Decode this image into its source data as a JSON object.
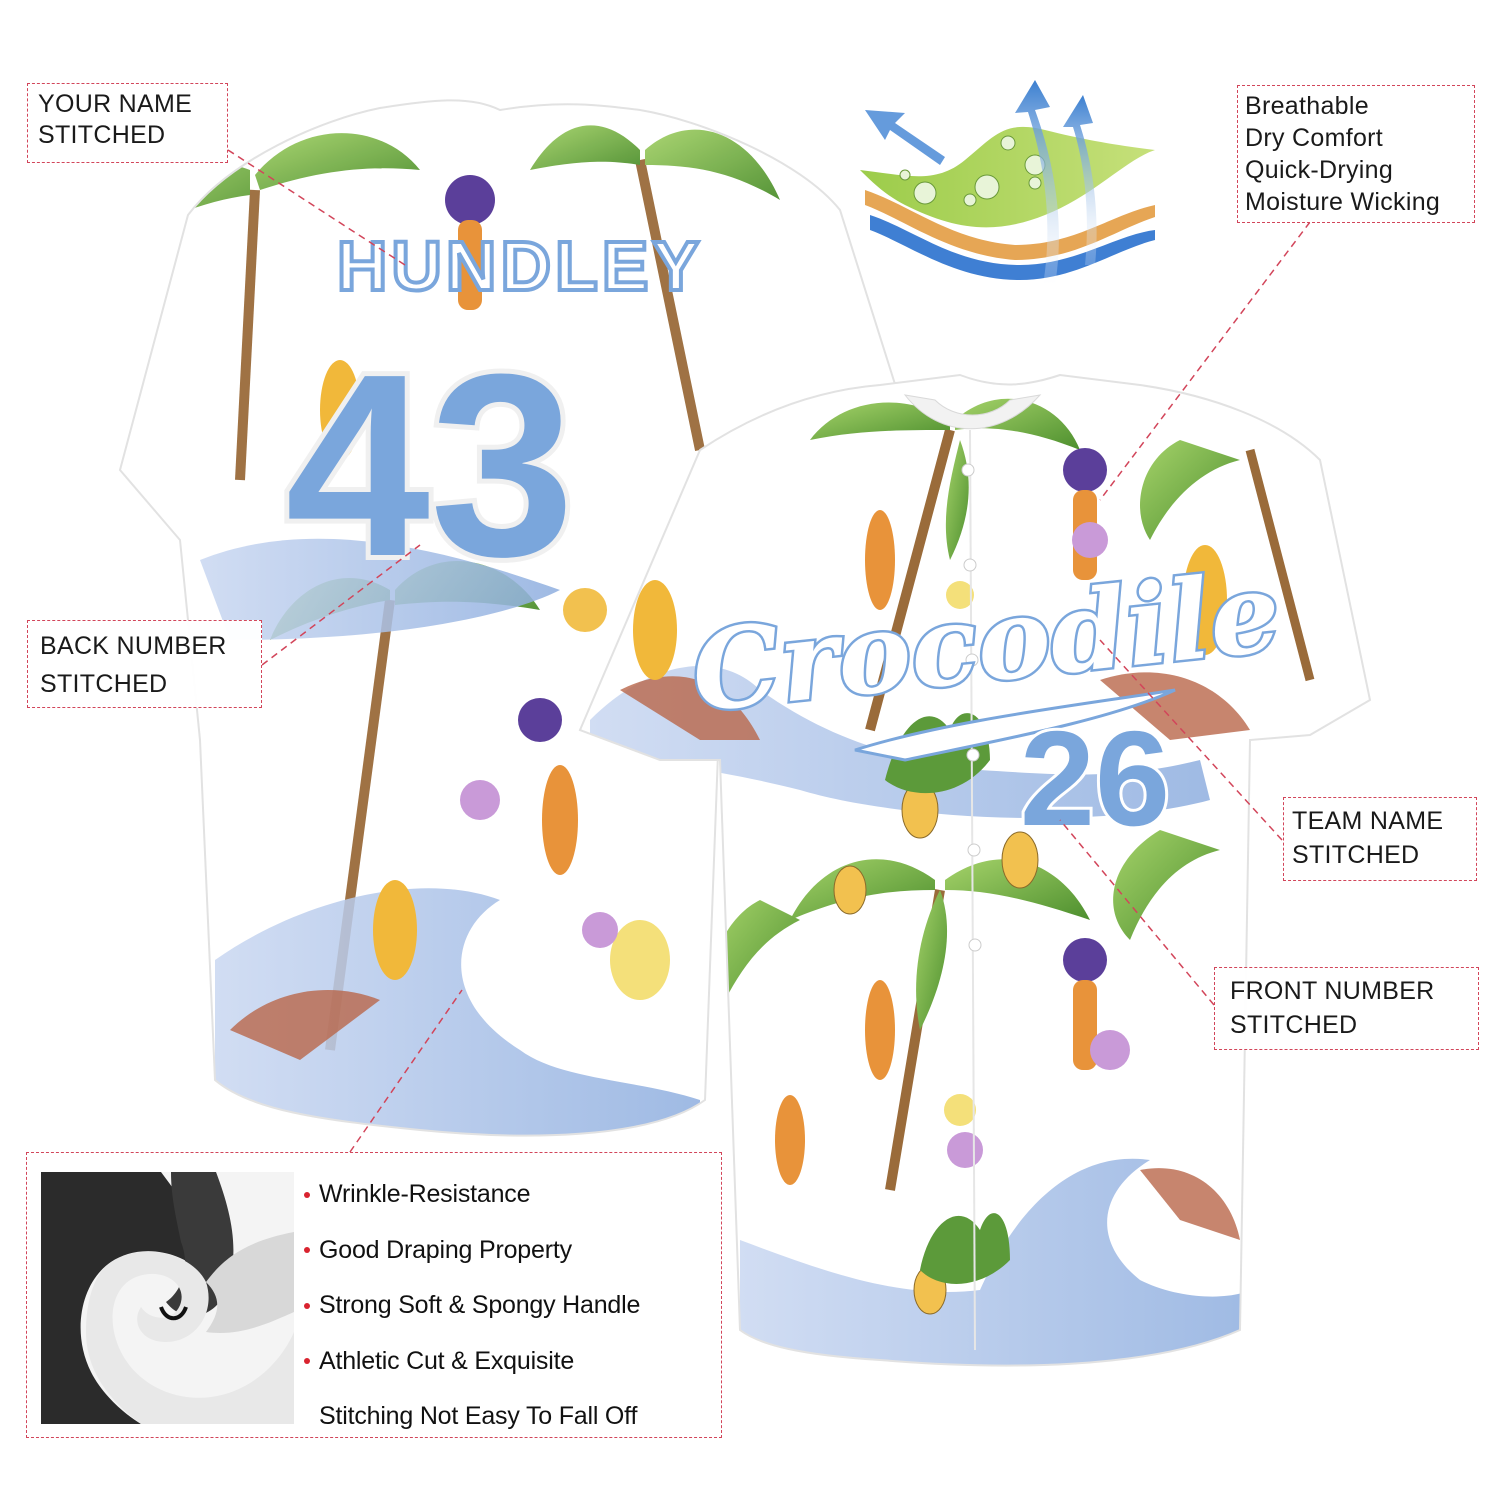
{
  "callouts": {
    "your_name": {
      "lines": [
        "YOUR NAME",
        "STITCHED"
      ]
    },
    "back_number": {
      "lines": [
        "BACK NUMBER",
        "STITCHED"
      ]
    },
    "team_name": {
      "lines": [
        "TEAM NAME",
        "STITCHED"
      ]
    },
    "front_number": {
      "lines": [
        "FRONT NUMBER",
        "STITCHED"
      ]
    },
    "fabric_tech": {
      "lines": [
        "Breathable",
        "Dry Comfort",
        "Quick-Drying",
        "Moisture Wicking"
      ]
    }
  },
  "jersey_back": {
    "name": "HUNDLEY",
    "number": "43"
  },
  "jersey_front": {
    "team_name": "Crocodile",
    "number": "26"
  },
  "features": {
    "items": [
      {
        "label": "Wrinkle-Resistance",
        "bullet": true
      },
      {
        "label": "Good Draping Property",
        "bullet": true
      },
      {
        "label": "Strong Soft & Spongy Handle",
        "bullet": true
      },
      {
        "label": "Athletic Cut & Exquisite",
        "bullet": true
      },
      {
        "label": "Stitching Not Easy To Fall Off",
        "bullet": false
      }
    ]
  },
  "colors": {
    "accent_blue": "#7aa6dc",
    "outline_white": "#ffffff",
    "callout_border": "#d2455a",
    "bullet_red": "#d9232f",
    "palm_green": "#6fae3e",
    "wave_blue": "#a9c1e8",
    "trunk_brown": "#9a6b3a",
    "skin_orange": "#e8933a"
  },
  "icons": {
    "fabric_tech": "moisture-wicking-layers-icon",
    "fabric_swatch": "fabric-swirl-image"
  }
}
